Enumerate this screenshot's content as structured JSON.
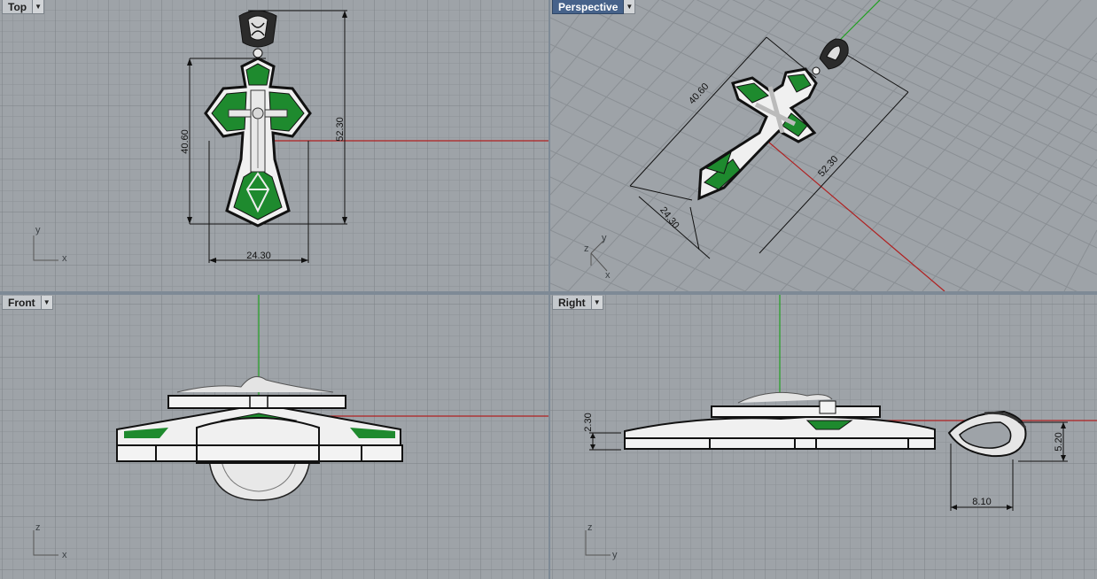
{
  "viewports": {
    "top": {
      "title": "Top",
      "axes": {
        "vertical": "y",
        "horizontal": "x"
      },
      "dimensions": {
        "height_outer": "52.30",
        "height_cross": "40.60",
        "width": "24.30"
      }
    },
    "perspective": {
      "title": "Perspective",
      "axes": {
        "a": "z",
        "b": "y",
        "c": "x"
      },
      "dimensions": {
        "length_outer": "52.30",
        "length_cross": "40.60",
        "width": "24.30"
      }
    },
    "front": {
      "title": "Front",
      "axes": {
        "vertical": "z",
        "horizontal": "x"
      }
    },
    "right": {
      "title": "Right",
      "axes": {
        "vertical": "z",
        "horizontal": "y"
      },
      "dimensions": {
        "thickness": "2.30",
        "bail_height": "5.20",
        "bail_width": "8.10"
      }
    }
  },
  "dropdown_glyph": "▼",
  "colors": {
    "grid_bg": "#9ea3a8",
    "grid_line": "#8e9398",
    "grid_major": "#7f8489",
    "x_axis": "#b02020",
    "y_axis": "#1fa01f",
    "enamel": "#1e8a2e",
    "metal": "#ececec",
    "outline": "#111111",
    "active_title_bg": "#46628a"
  },
  "icons": [
    "viewport-dropdown-icon",
    "axis-widget-icon"
  ]
}
